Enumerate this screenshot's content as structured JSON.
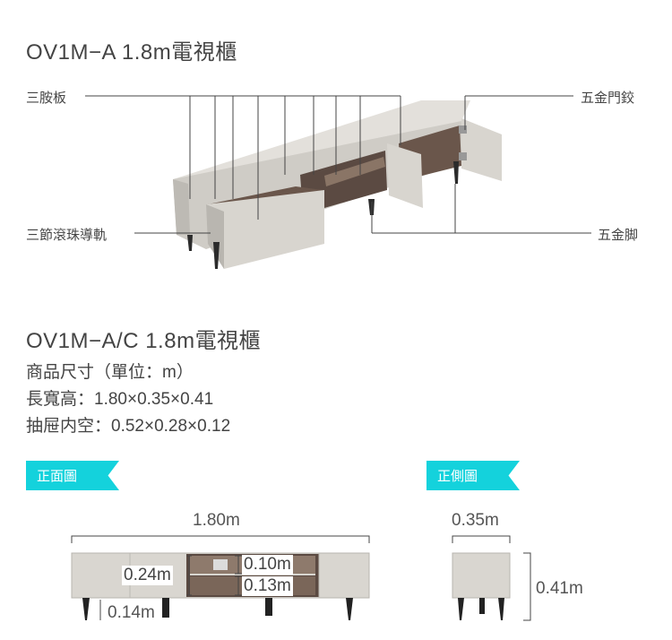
{
  "product_section": {
    "title": "OV1M−A 1.8m電視櫃",
    "callouts": {
      "board": "三胺板",
      "hinge": "五金門鉸",
      "rail": "三節滾珠導軌",
      "feet": "五金脚"
    }
  },
  "spec_section": {
    "title": "OV1M−A/C 1.8m電視櫃",
    "unit_line": "商品尺寸（單位：m）",
    "size_line": "長寬高：1.80×0.35×0.41",
    "drawer_line": "抽屉内空：0.52×0.28×0.12"
  },
  "front_view": {
    "tag": "正面圖",
    "width": "1.80m",
    "left_height": "0.24m",
    "shelf_top": "0.10m",
    "shelf_bottom": "0.13m",
    "leg_height": "0.14m"
  },
  "side_view": {
    "tag": "正側圖",
    "depth": "0.35m",
    "height": "0.41m"
  },
  "colors": {
    "cabinet": "#dad7d1",
    "wood": "#5b4a42",
    "tag": "#14d2dc"
  }
}
